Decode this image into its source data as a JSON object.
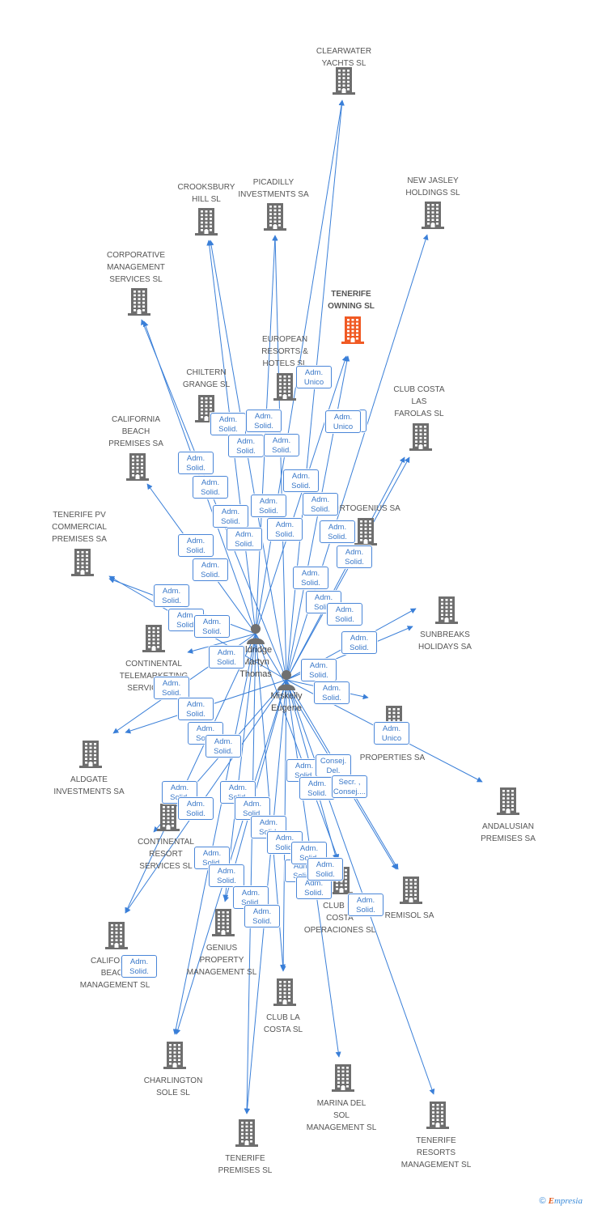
{
  "colors": {
    "edge": "#3a7fd8",
    "building": "#6e6e6e",
    "target": "#f05a24",
    "person": "#707070",
    "tag_border": "#4a86d8",
    "tag_text": "#3a78c8"
  },
  "companies": [
    {
      "id": "clearwater",
      "label": "CLEARWATER\nYACHTS SL",
      "icon": "building-icon"
    },
    {
      "id": "crooksbury",
      "label": "CROOKSBURY\nHILL SL",
      "icon": "building-icon"
    },
    {
      "id": "picadilly",
      "label": "PICADILLY\nINVESTMENTS SA",
      "icon": "building-icon"
    },
    {
      "id": "newjasley",
      "label": "NEW JASLEY\nHOLDINGS  SL",
      "icon": "building-icon"
    },
    {
      "id": "corporative",
      "label": "CORPORATIVE\nMANAGEMENT\nSERVICES SL",
      "icon": "building-icon"
    },
    {
      "id": "tenerife_owning",
      "label": "TENERIFE\nOWNING SL",
      "icon": "building-icon",
      "target": true
    },
    {
      "id": "european",
      "label": "EUROPEAN\nRESORTS &\nHOTELS SL",
      "icon": "building-icon"
    },
    {
      "id": "chiltern",
      "label": "CHILTERN\nGRANGE SL",
      "icon": "building-icon"
    },
    {
      "id": "clubcosta_farolas",
      "label": "CLUB COSTA\nLAS\nFAROLAS SL",
      "icon": "building-icon"
    },
    {
      "id": "california_beach_premises",
      "label": "CALIFORNIA\nBEACH\nPREMISES SA",
      "icon": "building-icon"
    },
    {
      "id": "tenerife_pv",
      "label": "TENERIFE PV\nCOMMERCIAL\nPREMISES SA",
      "icon": "building-icon"
    },
    {
      "id": "portogenius",
      "label": "PORTOGENIUS SA",
      "icon": "building-icon"
    },
    {
      "id": "sunbreaks",
      "label": "SUNBREAKS\nHOLIDAYS SA",
      "icon": "building-icon"
    },
    {
      "id": "continental_tele",
      "label": "CONTINENTAL\nTELEMARKETING\nSERVICES SL",
      "icon": "building-icon"
    },
    {
      "id": "properties",
      "label": "PROPERTIES SA",
      "icon": "building-icon"
    },
    {
      "id": "aldgate",
      "label": "ALDGATE\nINVESTMENTS SA",
      "icon": "building-icon"
    },
    {
      "id": "andalusian",
      "label": "ANDALUSIAN\nPREMISES SA",
      "icon": "building-icon"
    },
    {
      "id": "continental_resort",
      "label": "CONTINENTAL\nRESORT\nSERVICES SL",
      "icon": "building-icon"
    },
    {
      "id": "remisol",
      "label": "REMISOL SA",
      "icon": "building-icon"
    },
    {
      "id": "clubcosta_op",
      "label": "CLUB LA\nCOSTA\nOPERACIONES SL",
      "icon": "building-icon"
    },
    {
      "id": "california_beach_mgmt",
      "label": "CALIFORNIA\nBEACH\nMANAGEMENT SL",
      "icon": "building-icon"
    },
    {
      "id": "genius",
      "label": "GENIUS\nPROPERTY\nMANAGEMENT SL",
      "icon": "building-icon"
    },
    {
      "id": "clublacosta",
      "label": "CLUB LA\nCOSTA SL",
      "icon": "building-icon"
    },
    {
      "id": "charlington",
      "label": "CHARLINGTON\nSOLE SL",
      "icon": "building-icon"
    },
    {
      "id": "marina",
      "label": "MARINA DEL\nSOL\nMANAGEMENT SL",
      "icon": "building-icon"
    },
    {
      "id": "tenerife_resorts",
      "label": "TENERIFE\nRESORTS\nMANAGEMENT SL",
      "icon": "building-icon"
    },
    {
      "id": "tenerife_premises",
      "label": "TENERIFE\nPREMISES SL",
      "icon": "building-icon"
    }
  ],
  "persons": [
    {
      "id": "eldridge",
      "label": "Eldridge\nMartyn\nThomas",
      "icon": "person-icon"
    },
    {
      "id": "miskelly",
      "label": "Miskelly\nEugene",
      "icon": "person-icon"
    }
  ],
  "role_labels": {
    "adm_solid": "Adm.\nSolid.",
    "adm_unico": "Adm.\nUnico",
    "consej_del": "Consej.\nDel.",
    "secr_consej": "Secr. ,\nConsej...."
  },
  "tags": [
    {
      "role": "adm_unico"
    },
    {
      "role": "adm_solid"
    },
    {
      "role": "adm_unico"
    },
    {
      "role": "adm_solid"
    },
    {
      "role": "adm_solid"
    },
    {
      "role": "adm_solid"
    },
    {
      "role": "adm_solid"
    },
    {
      "role": "adm_solid"
    },
    {
      "role": "adm_solid"
    },
    {
      "role": "adm_solid"
    },
    {
      "role": "adm_solid"
    },
    {
      "role": "adm_solid"
    },
    {
      "role": "adm_solid"
    },
    {
      "role": "adm_solid"
    },
    {
      "role": "adm_solid"
    },
    {
      "role": "adm_solid"
    },
    {
      "role": "adm_solid"
    },
    {
      "role": "adm_solid"
    },
    {
      "role": "adm_solid"
    },
    {
      "role": "adm_solid"
    },
    {
      "role": "adm_solid"
    },
    {
      "role": "adm_solid"
    },
    {
      "role": "adm_solid"
    },
    {
      "role": "adm_solid"
    },
    {
      "role": "adm_solid"
    },
    {
      "role": "adm_solid"
    },
    {
      "role": "adm_solid"
    },
    {
      "role": "adm_solid"
    },
    {
      "role": "adm_solid"
    },
    {
      "role": "adm_solid"
    },
    {
      "role": "adm_unico"
    },
    {
      "role": "adm_solid"
    },
    {
      "role": "adm_solid"
    },
    {
      "role": "adm_solid"
    },
    {
      "role": "adm_solid"
    },
    {
      "role": "consej_del"
    },
    {
      "role": "adm_solid"
    },
    {
      "role": "secr_consej"
    },
    {
      "role": "adm_solid"
    },
    {
      "role": "adm_solid"
    },
    {
      "role": "adm_solid"
    },
    {
      "role": "adm_solid"
    },
    {
      "role": "adm_solid"
    },
    {
      "role": "adm_solid"
    },
    {
      "role": "adm_solid"
    },
    {
      "role": "adm_solid"
    },
    {
      "role": "adm_solid"
    },
    {
      "role": "adm_solid"
    },
    {
      "role": "adm_solid"
    },
    {
      "role": "adm_solid"
    },
    {
      "role": "adm_solid"
    },
    {
      "role": "adm_solid"
    },
    {
      "role": "adm_solid"
    },
    {
      "role": "adm_solid"
    }
  ],
  "footer": {
    "copyright": "©",
    "brand_e": "E",
    "brand_rest": "mpresia"
  }
}
